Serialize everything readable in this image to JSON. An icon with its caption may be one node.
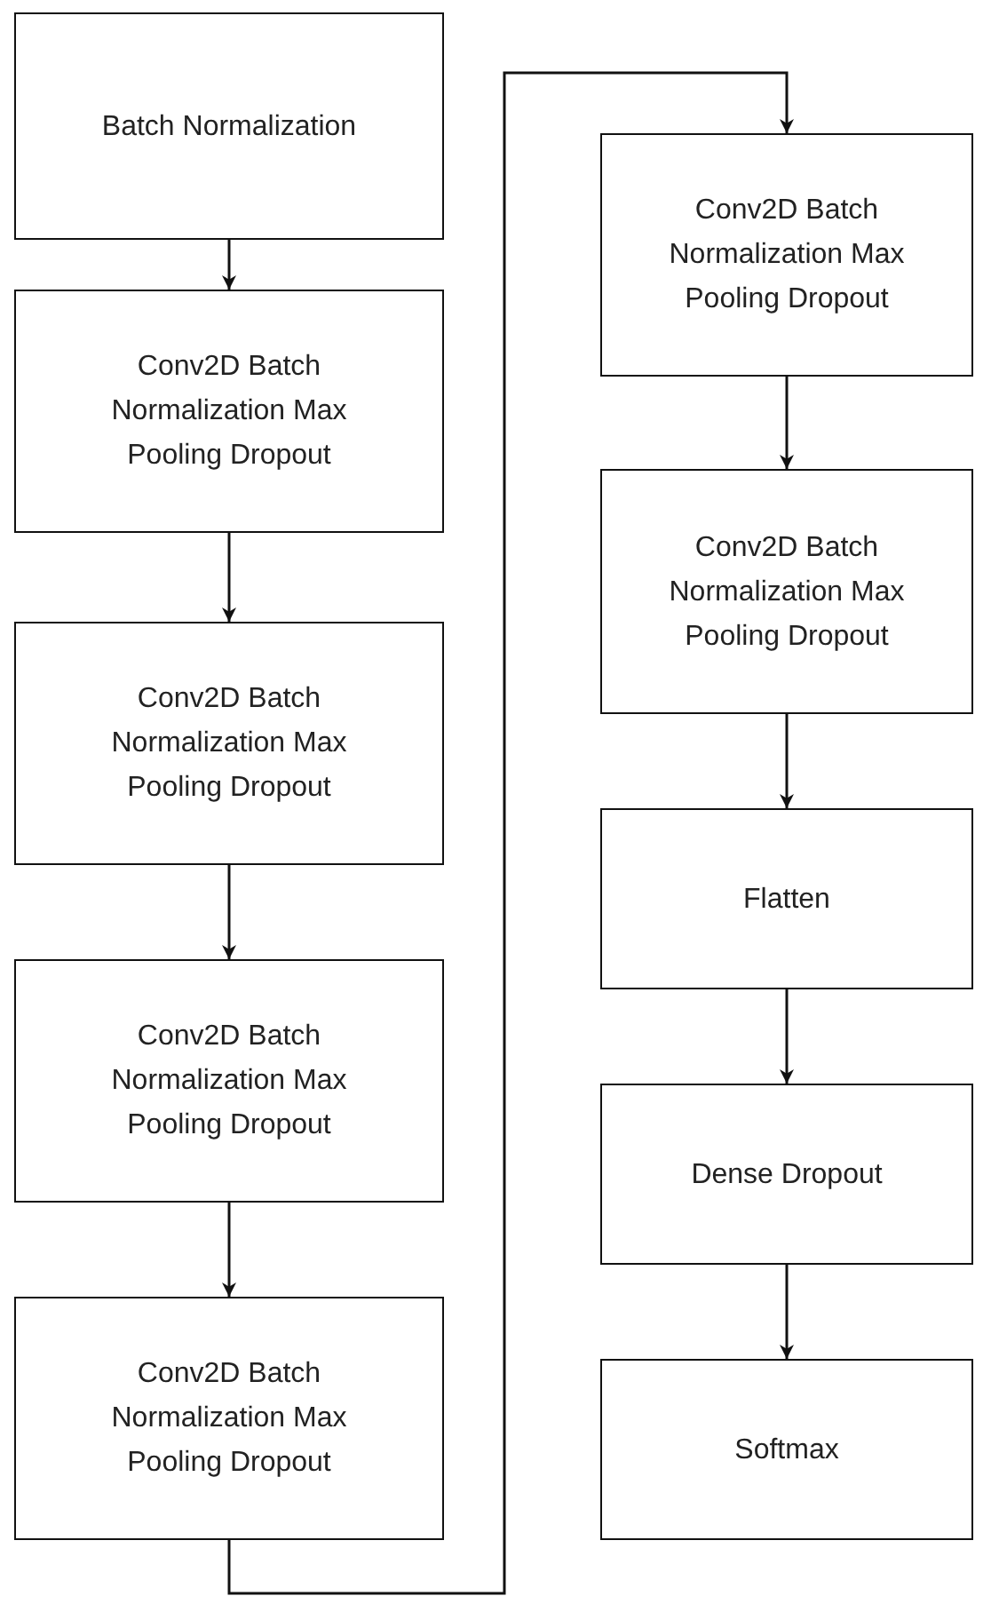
{
  "diagram": {
    "nodes": [
      {
        "text": [
          "Batch Normalization"
        ]
      },
      {
        "text": [
          "Conv2D Batch Normalization Max Pooling Dropout"
        ]
      },
      {
        "text": [
          "Conv2D Batch Normalization Max Pooling Dropout"
        ]
      },
      {
        "text": [
          "Conv2D Batch Normalization Max Pooling Dropout"
        ]
      },
      {
        "text": [
          "Conv2D Batch Normalization Max Pooling Dropout"
        ]
      },
      {
        "text": [
          "Conv2D Batch Normalization Max Pooling Dropout"
        ]
      },
      {
        "text": [
          "Conv2D Batch Normalization Max Pooling Dropout"
        ]
      },
      {
        "text": [
          "Flatten"
        ]
      },
      {
        "text": [
          "Dense Dropout"
        ]
      },
      {
        "text": [
          "Softmax"
        ]
      }
    ],
    "edges": [
      {
        "from": 0,
        "to": 1,
        "arrow": "to"
      },
      {
        "from": 1,
        "to": 2,
        "arrow": "to"
      },
      {
        "from": 2,
        "to": 3,
        "arrow": "to"
      },
      {
        "from": 3,
        "to": 4,
        "arrow": "to"
      },
      {
        "from": 4,
        "to": 5,
        "arrow": "to"
      },
      {
        "from": 5,
        "to": 6,
        "arrow": "to"
      },
      {
        "from": 6,
        "to": 7,
        "arrow": "to"
      },
      {
        "from": 7,
        "to": 8,
        "arrow": "to"
      },
      {
        "from": 8,
        "to": 9,
        "arrow": "to"
      }
    ]
  }
}
